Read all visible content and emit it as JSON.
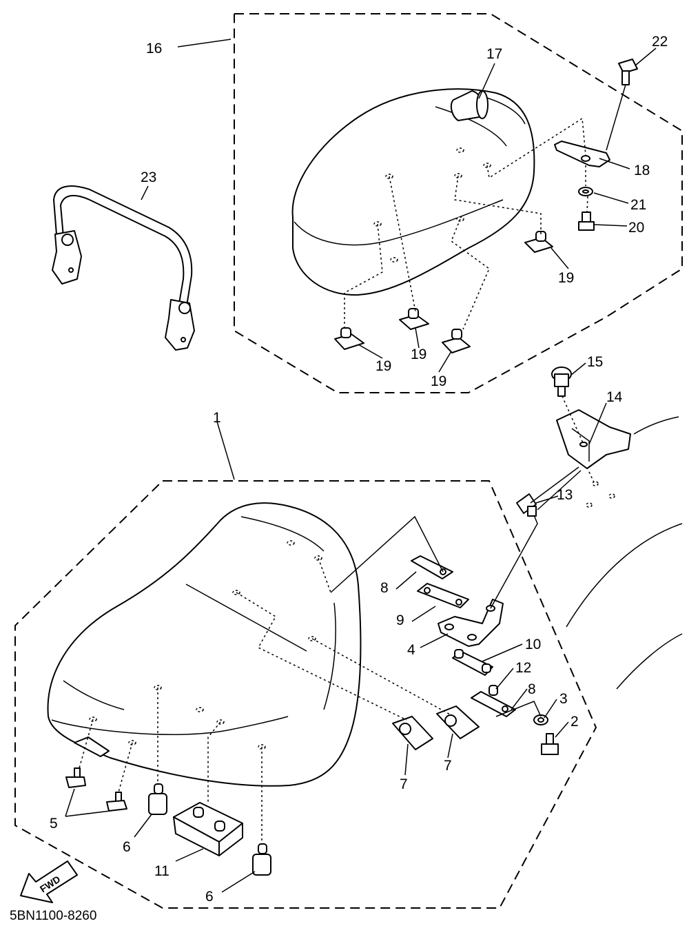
{
  "diagram_code": "5BN1100-8260",
  "fwd_label": "FWD",
  "callouts": {
    "c1": "1",
    "c2": "2",
    "c3": "3",
    "c4": "4",
    "c5": "5",
    "c6a": "6",
    "c6b": "6",
    "c7a": "7",
    "c7b": "7",
    "c8a": "8",
    "c8b": "8",
    "c9": "9",
    "c10": "10",
    "c11": "11",
    "c12": "12",
    "c13": "13",
    "c14": "14",
    "c15": "15",
    "c16": "16",
    "c17": "17",
    "c18": "18",
    "c19a": "19",
    "c19b": "19",
    "c19c": "19",
    "c19d": "19",
    "c20": "20",
    "c21": "21",
    "c22": "22",
    "c23": "23"
  }
}
